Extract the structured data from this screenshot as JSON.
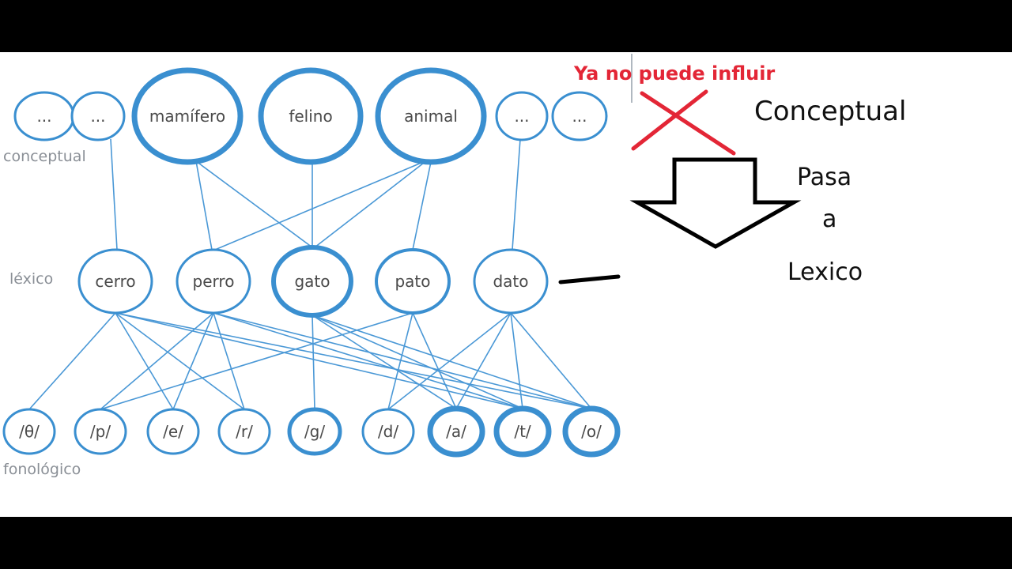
{
  "layers": {
    "conceptual": "conceptual",
    "lexico": "léxico",
    "fonologico": "fonológico"
  },
  "conceptual_nodes": [
    "...",
    "...",
    "mamífero",
    "felino",
    "animal",
    "...",
    "..."
  ],
  "lexical_nodes": [
    "cerro",
    "perro",
    "gato",
    "pato",
    "dato"
  ],
  "phoneme_nodes": [
    "/θ/",
    "/p/",
    "/e/",
    "/r/",
    "/g/",
    "/d/",
    "/a/",
    "/t/",
    "/o/"
  ],
  "annotations": {
    "blocked_note": "Ya no puede influir",
    "conceptual": "Conceptual",
    "pasa": "Pasa",
    "a": "a",
    "lexico": "Lexico"
  },
  "colors": {
    "node": "#3a8fd0",
    "edge": "#4a98d6",
    "cross": "#e32636",
    "arrow": "#000000"
  }
}
